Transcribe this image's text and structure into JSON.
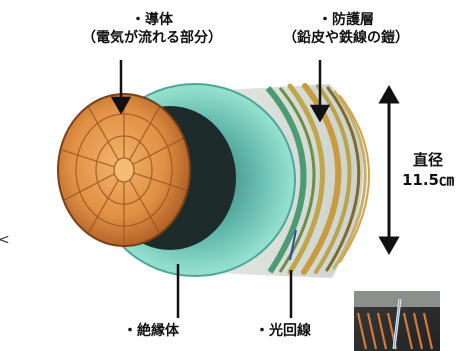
{
  "labels": {
    "conductor": {
      "line1": "・導体",
      "line2": "（電気が流れる部分）"
    },
    "armor": {
      "line1": "・防護層",
      "line2": "（鉛皮や鉄線の鎧）"
    },
    "diameter": {
      "line1": "直径",
      "line2": "11.5㎝"
    },
    "insulation": "・絶縁体",
    "optical_fiber": "・光回線"
  },
  "edge_glyph": "<",
  "colors": {
    "copper": "#d98a3c",
    "copper_dark": "#9a4f1c",
    "insulation_outer": "#7bd3c0",
    "insulation_inner": "#3a8f86",
    "screen_dark": "#1d2b2a",
    "armor": "#b8a24a",
    "arrow": "#111111"
  }
}
